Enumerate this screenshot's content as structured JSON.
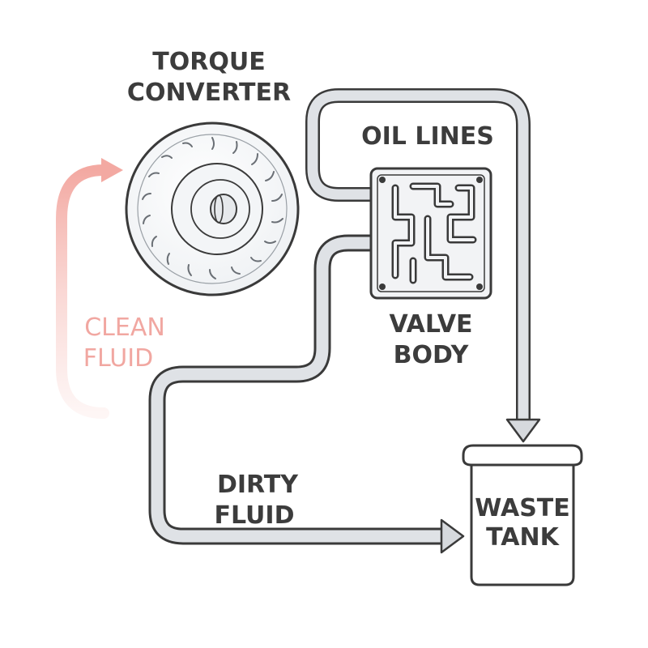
{
  "labels": {
    "torque_converter": [
      "TORQUE",
      "CONVERTER"
    ],
    "oil_lines": "OIL LINES",
    "valve_body": [
      "VALVE",
      "BODY"
    ],
    "clean_fluid": [
      "CLEAN",
      "FLUID"
    ],
    "dirty_fluid": [
      "DIRTY",
      "FLUID"
    ],
    "waste_tank": [
      "WASTE",
      "TANK"
    ]
  },
  "colors": {
    "outline": "#3a3a3a",
    "pipe_fill": "#dfe2e6",
    "clean_arrow": "#f4b3ad",
    "clean_text": "#f1a7a1",
    "text": "#3c3c3c"
  },
  "icons": {
    "torque_converter": "torque-converter-icon",
    "valve_body": "valve-body-icon",
    "waste_tank": "waste-tank-icon"
  }
}
